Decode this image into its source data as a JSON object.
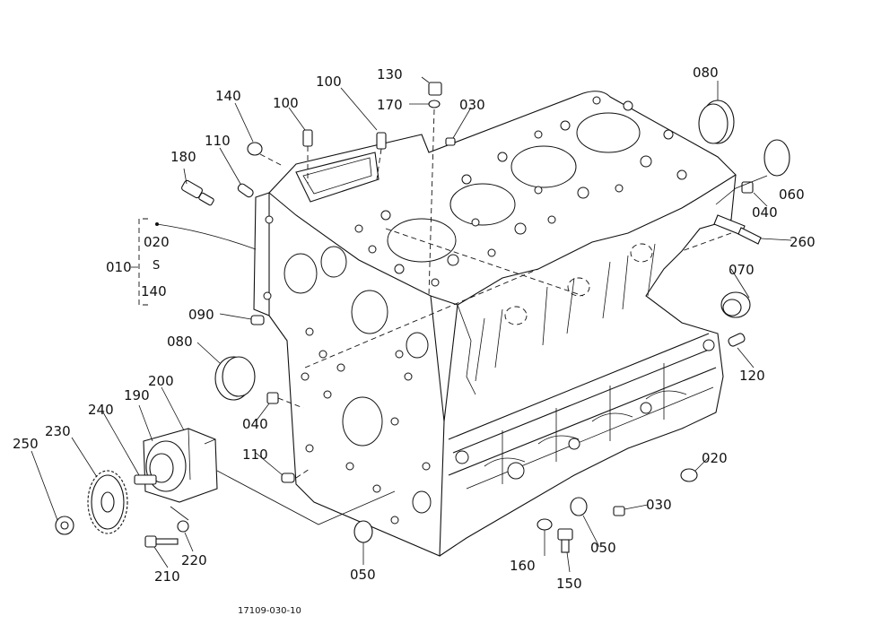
{
  "figure_number": "17109-030-10",
  "callouts": {
    "p130": "130",
    "p170": "170",
    "p030_top": "030",
    "p080_top": "080",
    "p060": "060",
    "p040_right": "040",
    "p260": "260",
    "p070": "070",
    "p120": "120",
    "p020_right": "020",
    "p030_bottom": "030",
    "p050_right": "050",
    "p150": "150",
    "p160": "160",
    "p050_bottom": "050",
    "p100_left": "100",
    "p100_right": "100",
    "p140": "140",
    "p110_top": "110",
    "p180": "180",
    "p090": "090",
    "p080_left": "080",
    "p040_left": "040",
    "p110_bottom": "110",
    "p200": "200",
    "p190": "190",
    "p240": "240",
    "p230": "230",
    "p250": "250",
    "p210": "210",
    "p220": "220"
  },
  "assembly_group": {
    "code": "010",
    "range_start": "020",
    "range_end": "140",
    "range_symbol": "S"
  }
}
